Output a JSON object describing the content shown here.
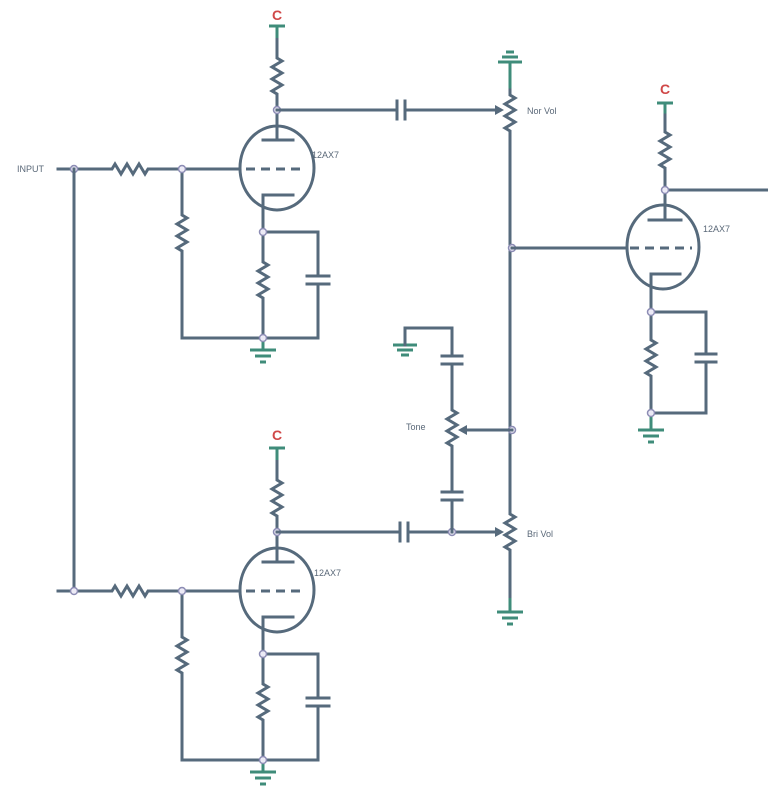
{
  "labels": {
    "input": "INPUT",
    "tube_top": "12AX7",
    "tube_bottom": "12AX7",
    "tube_right": "12AX7",
    "nor_vol": "Nor Vol",
    "bri_vol": "Bri Vol",
    "tone": "Tone",
    "supply_top": "C",
    "supply_bottom": "C",
    "supply_right": "C"
  },
  "colors": {
    "wire": "#566a7c",
    "ground": "#3f8c7a",
    "supply_label": "#d04848"
  }
}
